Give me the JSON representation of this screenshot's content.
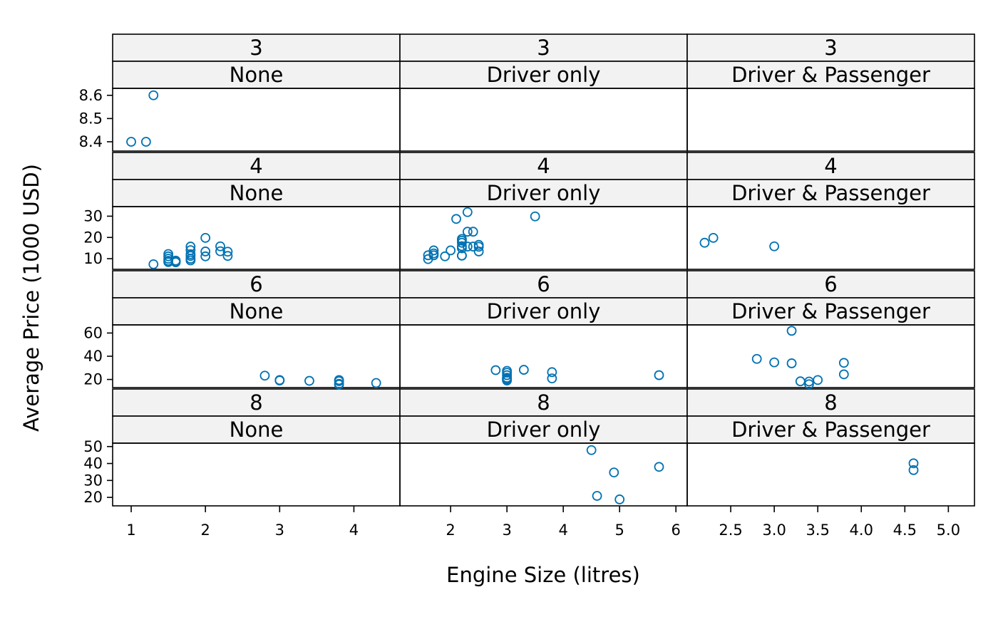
{
  "chart_data": {
    "type": "scatter",
    "xlabel": "Engine Size (litres)",
    "ylabel": "Average Price (1000 USD)",
    "point_color": "#0072b2",
    "strip_color": "#f2f2f2",
    "grid": false,
    "rows": [
      {
        "cylinders": "3",
        "ylim": [
          8.36,
          8.63
        ],
        "yticks": [
          8.4,
          8.5,
          8.6
        ],
        "ytick_labels": [
          "8.4",
          "8.5",
          "8.6"
        ]
      },
      {
        "cylinders": "4",
        "ylim": [
          5.0,
          34.5
        ],
        "yticks": [
          10,
          20,
          30
        ],
        "ytick_labels": [
          "10",
          "20",
          "30"
        ]
      },
      {
        "cylinders": "6",
        "ylim": [
          13.0,
          67.0
        ],
        "yticks": [
          20,
          40,
          60
        ],
        "ytick_labels": [
          "20",
          "40",
          "60"
        ]
      },
      {
        "cylinders": "8",
        "ylim": [
          15.0,
          52.0
        ],
        "yticks": [
          20,
          30,
          40,
          50
        ],
        "ytick_labels": [
          "20",
          "30",
          "40",
          "50"
        ]
      }
    ],
    "columns": [
      {
        "airbags": "None",
        "xlim": [
          0.75,
          4.62
        ],
        "xticks": [
          1,
          2,
          3,
          4
        ],
        "xtick_labels": [
          "1",
          "2",
          "3",
          "4"
        ]
      },
      {
        "airbags": "Driver only",
        "xlim": [
          1.1,
          6.2
        ],
        "xticks": [
          2,
          3,
          4,
          5,
          6
        ],
        "xtick_labels": [
          "2",
          "3",
          "4",
          "5",
          "6"
        ]
      },
      {
        "airbags": "Driver & Passenger",
        "xlim": [
          2.0,
          5.3
        ],
        "xticks": [
          2.5,
          3.0,
          3.5,
          4.0,
          4.5,
          5.0
        ],
        "xtick_labels": [
          "2.5",
          "3.0",
          "3.5",
          "4.0",
          "4.5",
          "5.0"
        ]
      }
    ],
    "panels": [
      {
        "cylinders": "3",
        "airbags": "None",
        "points": [
          [
            1.0,
            8.4
          ],
          [
            1.2,
            8.4
          ],
          [
            1.3,
            8.6
          ]
        ]
      },
      {
        "cylinders": "3",
        "airbags": "Driver only",
        "points": []
      },
      {
        "cylinders": "3",
        "airbags": "Driver & Passenger",
        "points": []
      },
      {
        "cylinders": "4",
        "airbags": "None",
        "points": [
          [
            1.3,
            7.4
          ],
          [
            1.5,
            8.4
          ],
          [
            1.5,
            9.0
          ],
          [
            1.5,
            10.0
          ],
          [
            1.5,
            11.1
          ],
          [
            1.5,
            12.2
          ],
          [
            1.6,
            8.3
          ],
          [
            1.6,
            8.6
          ],
          [
            1.6,
            9.1
          ],
          [
            1.8,
            9.2
          ],
          [
            1.8,
            10.0
          ],
          [
            1.8,
            11.3
          ],
          [
            1.8,
            12.1
          ],
          [
            1.8,
            14.0
          ],
          [
            1.8,
            15.7
          ],
          [
            2.0,
            11.1
          ],
          [
            2.0,
            13.4
          ],
          [
            2.0,
            19.8
          ],
          [
            2.2,
            13.5
          ],
          [
            2.2,
            15.8
          ],
          [
            2.3,
            11.3
          ],
          [
            2.3,
            13.3
          ]
        ]
      },
      {
        "cylinders": "4",
        "airbags": "Driver only",
        "points": [
          [
            1.6,
            9.8
          ],
          [
            1.6,
            11.6
          ],
          [
            1.7,
            11.6
          ],
          [
            1.7,
            12.5
          ],
          [
            1.7,
            13.9
          ],
          [
            1.9,
            11.1
          ],
          [
            2.0,
            13.9
          ],
          [
            2.1,
            28.7
          ],
          [
            2.2,
            11.4
          ],
          [
            2.2,
            11.5
          ],
          [
            2.2,
            14.9
          ],
          [
            2.2,
            15.9
          ],
          [
            2.2,
            17.5
          ],
          [
            2.2,
            18.5
          ],
          [
            2.2,
            19.3
          ],
          [
            2.3,
            15.7
          ],
          [
            2.3,
            22.7
          ],
          [
            2.3,
            31.9
          ],
          [
            2.4,
            15.7
          ],
          [
            2.4,
            22.7
          ],
          [
            2.5,
            13.4
          ],
          [
            2.5,
            15.6
          ],
          [
            2.5,
            16.5
          ],
          [
            3.5,
            29.9
          ]
        ]
      },
      {
        "cylinders": "4",
        "airbags": "Driver & Passenger",
        "points": [
          [
            2.2,
            17.5
          ],
          [
            2.3,
            19.8
          ],
          [
            3.0,
            15.8
          ]
        ]
      },
      {
        "cylinders": "6",
        "airbags": "None",
        "points": [
          [
            2.8,
            23.3
          ],
          [
            3.0,
            19.1
          ],
          [
            3.0,
            19.5
          ],
          [
            3.4,
            18.8
          ],
          [
            3.8,
            15.6
          ],
          [
            3.8,
            16.3
          ],
          [
            3.8,
            18.5
          ],
          [
            3.8,
            19.5
          ],
          [
            4.3,
            17.0
          ]
        ]
      },
      {
        "cylinders": "6",
        "airbags": "Driver only",
        "points": [
          [
            2.8,
            28.0
          ],
          [
            3.0,
            19.1
          ],
          [
            3.0,
            20.2
          ],
          [
            3.0,
            20.7
          ],
          [
            3.0,
            21.5
          ],
          [
            3.0,
            23.7
          ],
          [
            3.0,
            25.8
          ],
          [
            3.0,
            27.4
          ],
          [
            3.3,
            28.3
          ],
          [
            3.8,
            20.9
          ],
          [
            3.8,
            26.3
          ],
          [
            5.7,
            23.7
          ]
        ]
      },
      {
        "cylinders": "6",
        "airbags": "Driver & Passenger",
        "points": [
          [
            2.8,
            37.7
          ],
          [
            3.0,
            34.7
          ],
          [
            3.2,
            33.9
          ],
          [
            3.2,
            61.9
          ],
          [
            3.3,
            18.4
          ],
          [
            3.4,
            15.9
          ],
          [
            3.4,
            18.2
          ],
          [
            3.5,
            19.5
          ],
          [
            3.8,
            24.4
          ],
          [
            3.8,
            34.3
          ]
        ]
      },
      {
        "cylinders": "8",
        "airbags": "None",
        "points": []
      },
      {
        "cylinders": "8",
        "airbags": "Driver only",
        "points": [
          [
            4.5,
            47.9
          ],
          [
            4.6,
            20.9
          ],
          [
            4.9,
            34.7
          ],
          [
            5.0,
            18.8
          ],
          [
            5.7,
            38.0
          ]
        ]
      },
      {
        "cylinders": "8",
        "airbags": "Driver & Passenger",
        "points": [
          [
            4.6,
            36.1
          ],
          [
            4.6,
            40.1
          ]
        ]
      }
    ]
  }
}
